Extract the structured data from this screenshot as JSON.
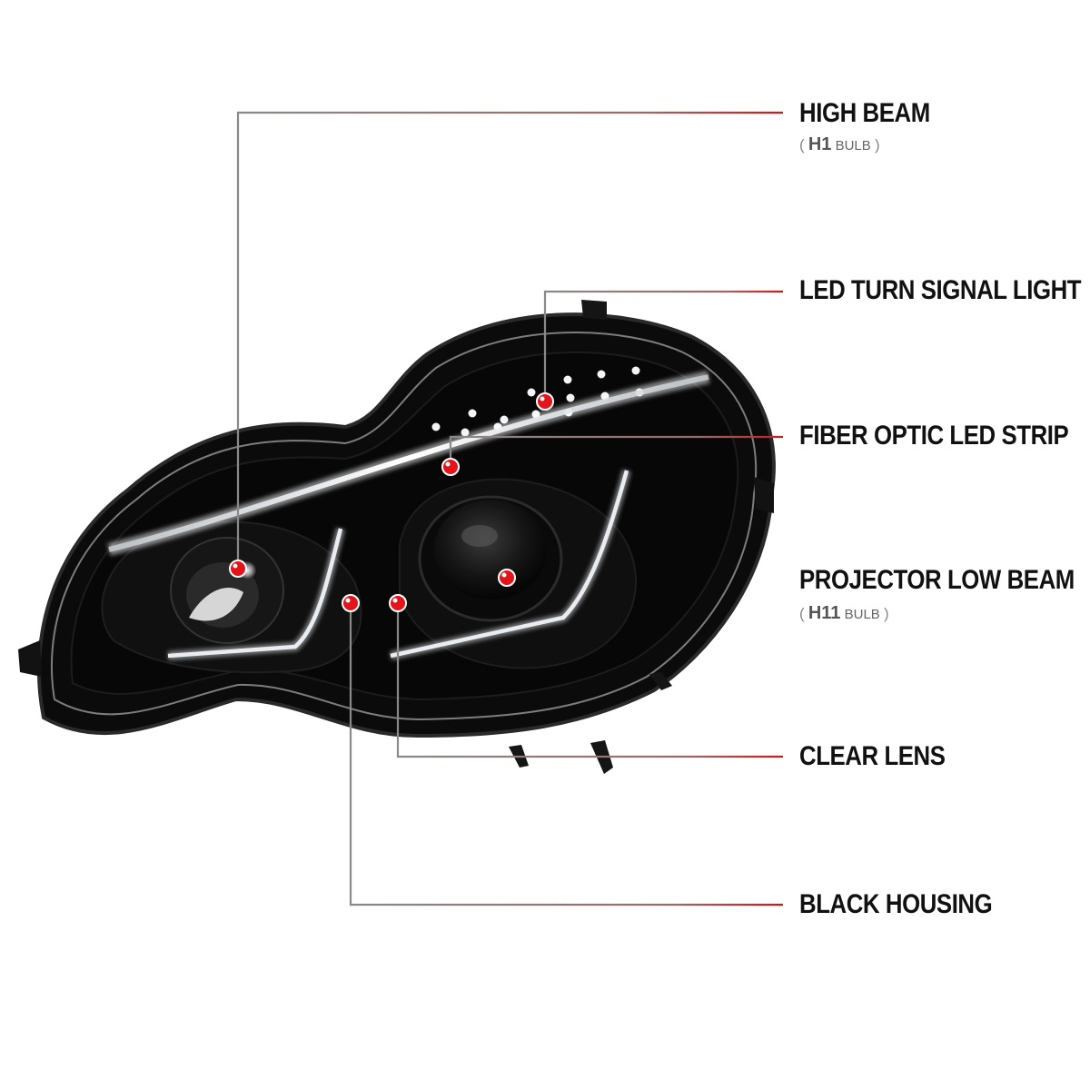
{
  "callouts": [
    {
      "id": "high-beam",
      "title": "HIGH BEAM",
      "sub": {
        "open": "(",
        "bulb": "H1",
        "word": "BULB",
        "close": ")"
      }
    },
    {
      "id": "led-turn-signal",
      "title": "LED TURN SIGNAL LIGHT"
    },
    {
      "id": "fiber-optic",
      "title": "FIBER OPTIC LED STRIP"
    },
    {
      "id": "projector-low-beam",
      "title": "PROJECTOR LOW BEAM",
      "sub": {
        "open": "(",
        "bulb": "H11",
        "word": "BULB",
        "close": ")"
      }
    },
    {
      "id": "clear-lens",
      "title": "CLEAR LENS"
    },
    {
      "id": "black-housing",
      "title": "BLACK HOUSING"
    }
  ],
  "colors": {
    "line_grey": "#8a8a8a",
    "line_red": "#cc1a1a",
    "dot_red": "#e4141b",
    "housing": "#0b0b0b",
    "led_strip": "#e8ecf0"
  },
  "icons": [
    "headlight-product-image",
    "callout-marker-dot"
  ]
}
